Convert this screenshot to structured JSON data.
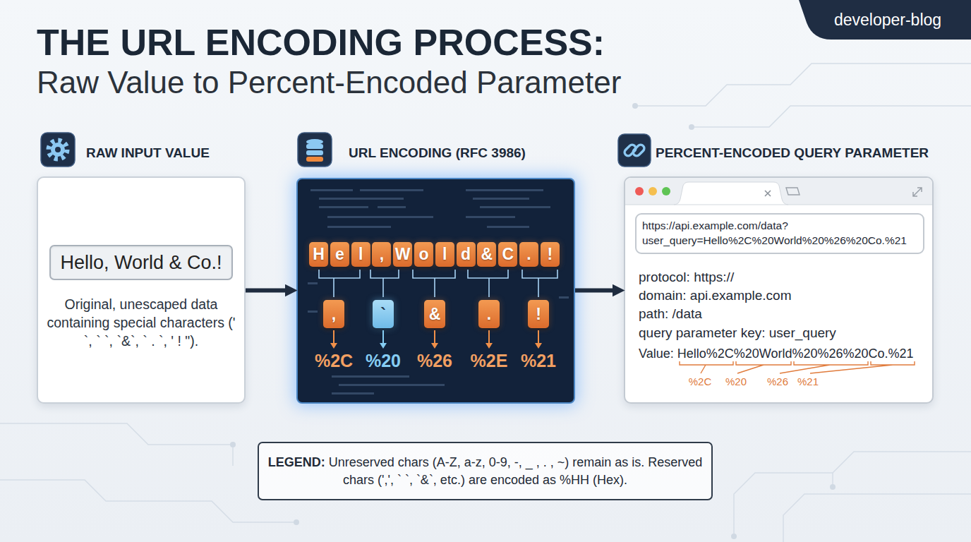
{
  "diagram": {
    "title": "THE URL ENCODING PROCESS:",
    "nodes": [
      {
        "text": [
          "RAW INPUT VALUE",
          "Original, unescaped data containing special characters (' `, ` `, `&`, ` . `, ' ! \")."
        ]
      },
      {
        "text": [
          "Hello, World & Co.!"
        ],
        "in": 0
      },
      {
        "text": [
          "URL ENCODING (RFC 3986)"
        ]
      },
      {
        "text": [
          "H"
        ],
        "in": 2
      },
      {
        "text": [
          "e"
        ],
        "in": 2
      },
      {
        "text": [
          "l"
        ],
        "in": 2
      },
      {
        "text": [
          ","
        ],
        "in": 2
      },
      {
        "text": [
          "W"
        ],
        "in": 2
      },
      {
        "text": [
          "o"
        ],
        "in": 2
      },
      {
        "text": [
          "l"
        ],
        "in": 2
      },
      {
        "text": [
          "d"
        ],
        "in": 2
      },
      {
        "text": [
          "&"
        ],
        "in": 2
      },
      {
        "text": [
          "C"
        ],
        "in": 2
      },
      {
        "text": [
          "."
        ],
        "in": 2
      },
      {
        "text": [
          "!"
        ],
        "in": 2
      },
      {
        "text": [
          ","
        ],
        "in": 2
      },
      {
        "text": [
          "`"
        ],
        "in": 2
      },
      {
        "text": [
          "&"
        ],
        "in": 2
      },
      {
        "text": [
          "."
        ],
        "in": 2
      },
      {
        "text": [
          "!"
        ],
        "in": 2
      },
      {
        "text": [
          "PERCENT-ENCODED QUERY PARAMETER"
        ]
      },
      {
        "text": [
          "https://api.example.com/data? user_query=Hello%2C%20World%20%26%20Co.%21"
        ],
        "in": 20
      },
      {
        "text": [
          "LEGEND:",
          "Unreserved chars (A-Z, a-z, 0-9, -, _ , . , ~) remain as is. Reserved chars (',', ` `, `&`, etc.) are encoded as %HH (Hex)."
        ]
      }
    ],
    "edges": [
      {
        "from": 0,
        "to": 2,
        "arrow": "to"
      },
      {
        "from": 2,
        "to": 20,
        "arrow": "to"
      }
    ],
    "labels": [
      "Raw Value to Percent-Encoded Parameter",
      "developer-blog",
      "%2C",
      "%20",
      "%26",
      "%2E",
      "%21",
      "protocol: https://",
      "domain: api.example.com",
      "path: /data",
      "query parameter key: user_query",
      "Value: Hello%2C%20World%20%26%20Co.%21",
      "%2C",
      "%20",
      "%26",
      "%21"
    ]
  }
}
